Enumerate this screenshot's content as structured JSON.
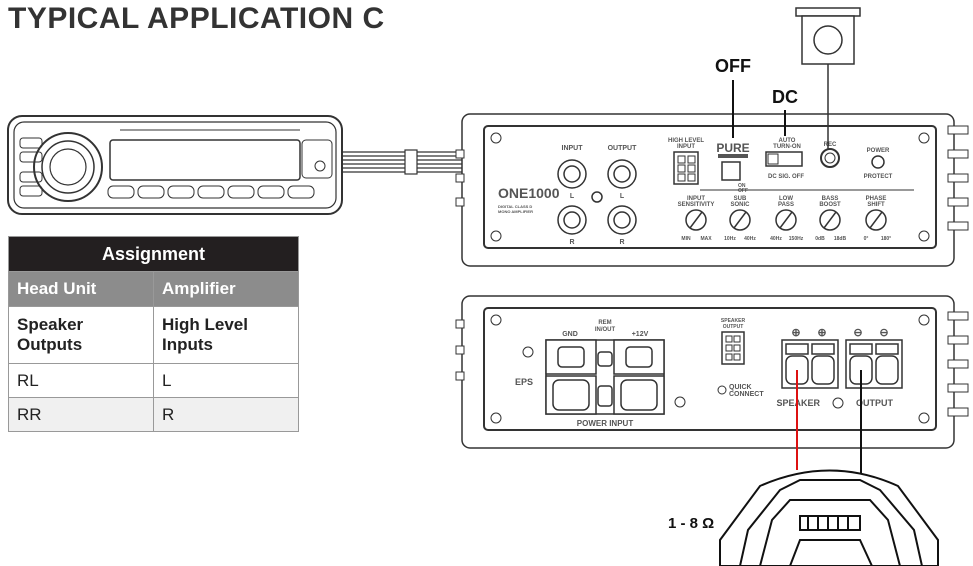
{
  "title": "TYPICAL APPLICATION C",
  "callouts": {
    "off": "OFF",
    "dc": "DC",
    "ohm": "1 - 8 Ω"
  },
  "amp_top": {
    "model": "ONE1000",
    "model_sub1": "DIGITAL CLASS D",
    "model_sub2": "MONO AMPLIFIER",
    "input": "INPUT",
    "output": "OUTPUT",
    "high_level_1": "HIGH LEVEL",
    "high_level_2": "INPUT",
    "pure": "PURE",
    "pure_on": "ON",
    "pure_off": "OFF",
    "auto_1": "AUTO",
    "auto_2": "TURN-ON",
    "auto_opts": "DC  SIG.  OFF",
    "rec": "REC",
    "power": "POWER",
    "protect": "PROTECT",
    "L": "L",
    "R": "R",
    "knobs": [
      {
        "l1": "INPUT",
        "l2": "SENSITIVITY",
        "min": "MIN",
        "max": "MAX"
      },
      {
        "l1": "SUB",
        "l2": "SONIC",
        "min": "10Hz",
        "max": "40Hz"
      },
      {
        "l1": "LOW",
        "l2": "PASS",
        "min": "40Hz",
        "max": "150Hz"
      },
      {
        "l1": "BASS",
        "l2": "BOOST",
        "min": "0dB",
        "max": "18dB"
      },
      {
        "l1": "PHASE",
        "l2": "SHIFT",
        "min": "0°",
        "max": "180°"
      }
    ]
  },
  "amp_bottom": {
    "gnd": "GND",
    "rem_1": "REM",
    "rem_2": "IN/OUT",
    "v12": "+12V",
    "power_input": "POWER INPUT",
    "speaker_output_1": "SPEAKER",
    "speaker_output_2": "OUTPUT",
    "quick_1": "QUICK",
    "quick_2": "CONNECT",
    "speaker_label": "SPEAKER",
    "output_label": "OUTPUT",
    "brand": "EPS",
    "plus": "⊕",
    "minus": "⊖"
  },
  "table": {
    "header": "Assignment",
    "col1": "Head Unit",
    "col2": "Amplifier",
    "rows": [
      {
        "a": "Speaker Outputs",
        "b": "High Level Inputs"
      },
      {
        "a": "RL",
        "b": "L"
      },
      {
        "a": "RR",
        "b": "R"
      }
    ]
  }
}
